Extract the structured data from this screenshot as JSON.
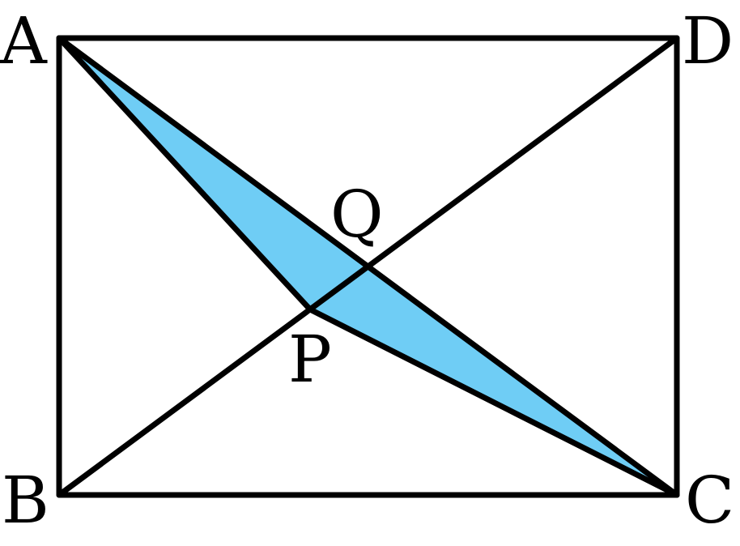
{
  "colors": {
    "shade": "#6FCDF5",
    "stroke": "#000000",
    "background": "#FFFFFF"
  },
  "labels": {
    "A": "A",
    "B": "B",
    "C": "C",
    "D": "D",
    "P": "P",
    "Q": "Q"
  }
}
